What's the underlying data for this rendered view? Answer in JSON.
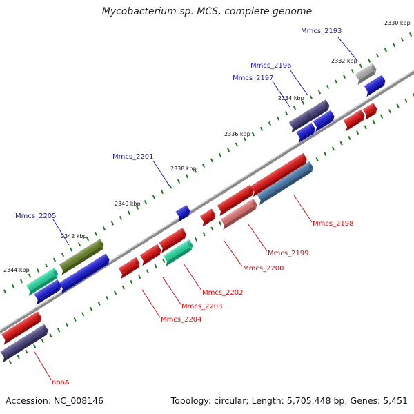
{
  "title": "Mycobacterium sp. MCS, complete genome",
  "footer": {
    "accession": "Accession: NC_008146",
    "stats": "Topology: circular; Length: 5,705,448 bp; Genes: 5,451"
  },
  "colors": {
    "backbone": "#8a8a8a",
    "forward_label": "#1a1acc",
    "reverse_label": "#cc1111",
    "tick": "#1f7a1f",
    "gene_red": "#ee1111",
    "gene_blue": "#1a1ae6",
    "gene_navy": "#4a4585",
    "gene_aqua": "#22e6a8",
    "gene_olive": "#6f8a2a",
    "gene_steel": "#4a7fb5",
    "gene_pink": "#ee7777",
    "gene_gray": "#b8b8b8"
  },
  "kbp_ticks": [
    "2330 kbp",
    "2332 kbp",
    "2334 kbp",
    "2336 kbp",
    "2338 kbp",
    "2340 kbp",
    "2342 kbp",
    "2344 kbp"
  ],
  "forward_labels": [
    "Mmcs_2193",
    "Mmcs_2196",
    "Mmcs_2197",
    "Mmcs_2201",
    "Mmcs_2205"
  ],
  "reverse_labels": [
    "Mmcs_2198",
    "Mmcs_2199",
    "Mmcs_2200",
    "Mmcs_2202",
    "Mmcs_2203",
    "Mmcs_2204",
    "nhaA"
  ]
}
